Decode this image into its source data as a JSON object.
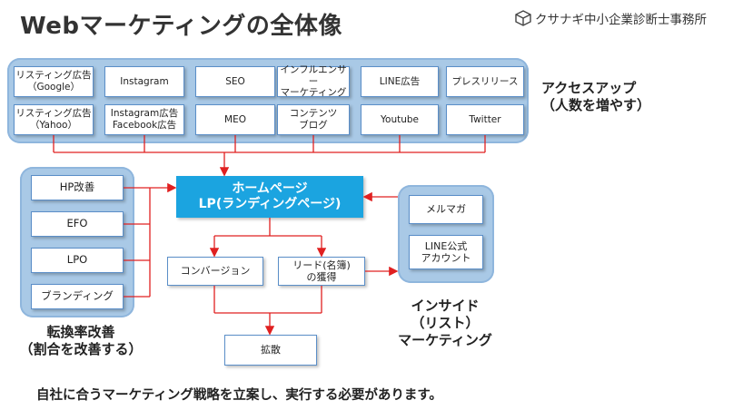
{
  "title": "Webマーケティングの全体像",
  "brand": {
    "name": "クサナギ中小企業診断士事務所",
    "icon": "cube-icon"
  },
  "access": {
    "row1": [
      "リスティング広告\n（Google）",
      "Instagram",
      "SEO",
      "インフルエンサー\nマーケティング",
      "LINE広告",
      "プレスリリース"
    ],
    "row2": [
      "リスティング広告\n（Yahoo）",
      "Instagram広告\nFacebook広告",
      "MEO",
      "コンテンツ\nブログ",
      "Youtube",
      "Twitter"
    ],
    "label": "アクセスアップ\n（人数を増やす）"
  },
  "conversion": {
    "items": [
      "HP改善",
      "EFO",
      "LPO",
      "ブランディング"
    ],
    "label": "転換率改善\n（割合を改善する）"
  },
  "lp": "ホームページ\nLP(ランディングページ)",
  "flow": {
    "conversion": "コンバージョン",
    "lead": "リード(名簿)\nの獲得",
    "spread": "拡散"
  },
  "inside": {
    "items": [
      "メルマガ",
      "LINE公式\nアカウント"
    ],
    "label": "インサイド\n（リスト）\nマーケティング"
  },
  "footer": "自社に合うマーケティング戦略を立案し、実行する必要があります。",
  "colors": {
    "arrow": "#e02020",
    "lp": "#1ba4e0",
    "panel": "#a9c9e6",
    "border": "#5a8ec8"
  }
}
